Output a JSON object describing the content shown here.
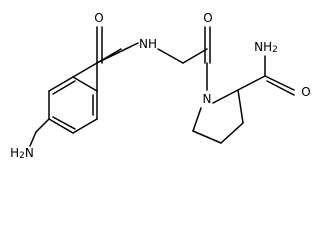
{
  "molecule": {
    "atoms": [
      {
        "id": "nh2_top",
        "label": "NH",
        "sub": "2"
      },
      {
        "id": "o_amide",
        "label": "O"
      },
      {
        "id": "nh_mid",
        "label": "NH"
      },
      {
        "id": "o_ketone",
        "label": "O"
      },
      {
        "id": "n_ring",
        "label": "N"
      },
      {
        "id": "o_right",
        "label": "O"
      },
      {
        "id": "h2n_bottom",
        "label": "H",
        "sub": "2",
        "tail": "N"
      }
    ]
  }
}
